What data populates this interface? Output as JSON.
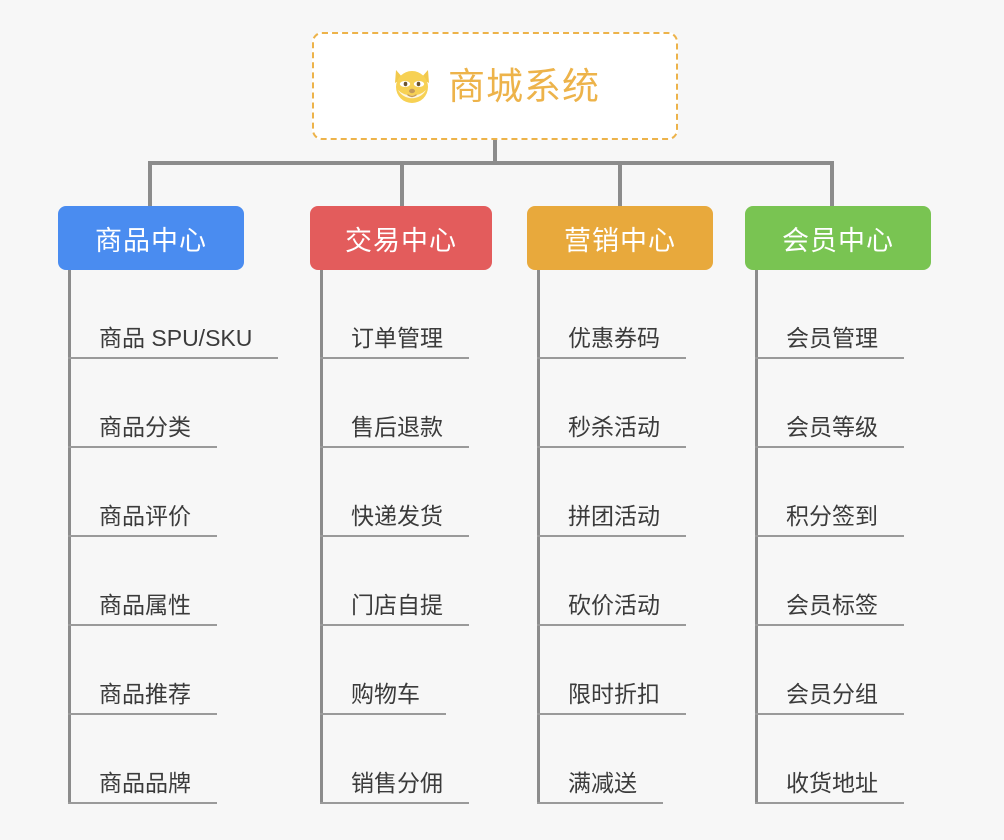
{
  "page": {
    "background_color": "#f7f7f7",
    "line_color": "#8c8c8c",
    "leaf_text_color": "#3b3b3b",
    "leaf_underline_color": "#9a9a9a"
  },
  "root": {
    "title": "商城系统",
    "icon": "shiba-dog-face-icon",
    "accent_color": "#edb34a",
    "border_style": "dashed",
    "background_color": "#ffffff"
  },
  "columns": [
    {
      "title": "商品中心",
      "color": "#4a8cf0",
      "items": [
        "商品 SPU/SKU",
        "商品分类",
        "商品评价",
        "商品属性",
        "商品推荐",
        "商品品牌"
      ]
    },
    {
      "title": "交易中心",
      "color": "#e35c5c",
      "items": [
        "订单管理",
        "售后退款",
        "快递发货",
        "门店自提",
        "购物车",
        "销售分佣"
      ]
    },
    {
      "title": "营销中心",
      "color": "#e8a93c",
      "items": [
        "优惠券码",
        "秒杀活动",
        "拼团活动",
        "砍价活动",
        "限时折扣",
        "满减送"
      ]
    },
    {
      "title": "会员中心",
      "color": "#79c452",
      "items": [
        "会员管理",
        "会员等级",
        "积分签到",
        "会员标签",
        "会员分组",
        "收货地址"
      ]
    }
  ]
}
